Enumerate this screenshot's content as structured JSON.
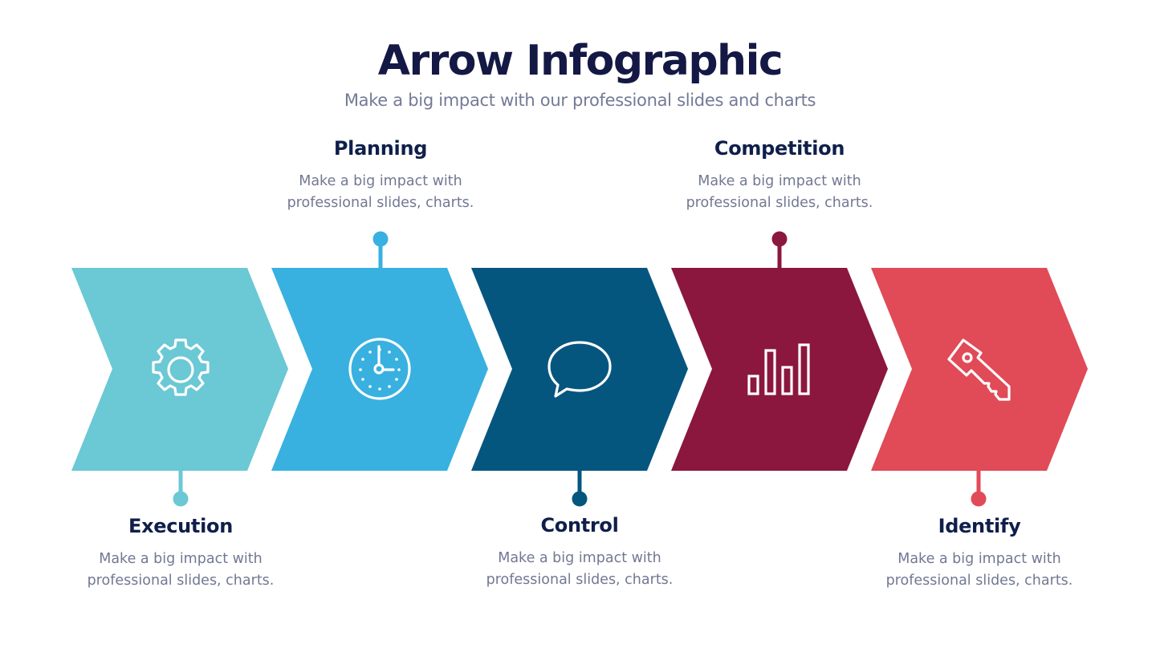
{
  "header": {
    "title": "Arrow Infographic",
    "subtitle": "Make a big impact with our professional slides and charts"
  },
  "steps": [
    {
      "title": "Execution",
      "description": "Make a big impact with professional slides, charts.",
      "icon": "gear-icon",
      "color": "#6bc8d5",
      "label_position": "bottom"
    },
    {
      "title": "Planning",
      "description": "Make a big impact with professional slides, charts.",
      "icon": "clock-icon",
      "color": "#38b1e0",
      "label_position": "top"
    },
    {
      "title": "Control",
      "description": "Make a big impact with professional slides, charts.",
      "icon": "speech-bubble-icon",
      "color": "#05567f",
      "label_position": "bottom"
    },
    {
      "title": "Competition",
      "description": "Make a big impact with professional slides, charts.",
      "icon": "bar-chart-icon",
      "color": "#8b173e",
      "label_position": "top"
    },
    {
      "title": "Identify",
      "description": "Make a big impact with professional slides, charts.",
      "icon": "key-icon",
      "color": "#e14a57",
      "label_position": "bottom"
    }
  ]
}
